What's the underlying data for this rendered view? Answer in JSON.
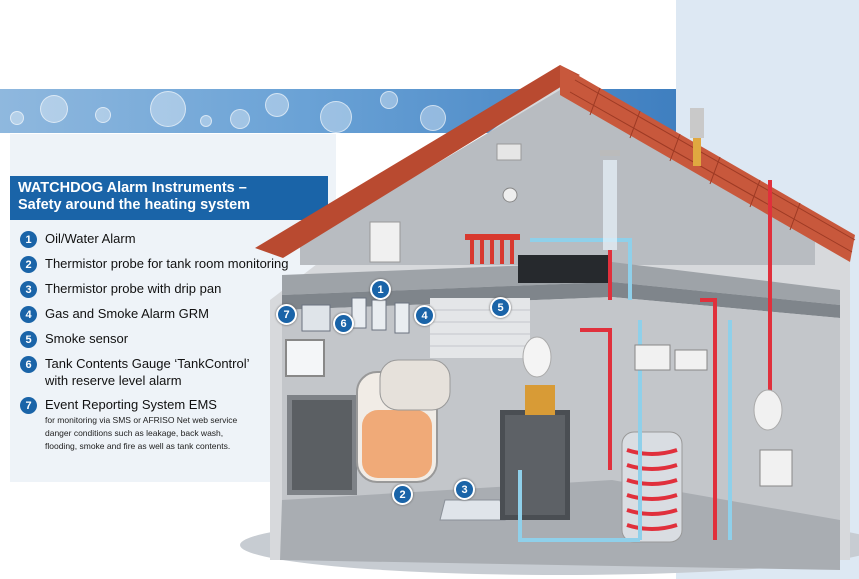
{
  "header": {
    "title_line1": "WATCHDOG Alarm Instruments –",
    "title_line2": "Safety around the heating system"
  },
  "legend": [
    {
      "num": "1",
      "label": "Oil/Water Alarm"
    },
    {
      "num": "2",
      "label": "Thermistor probe for tank room monitoring"
    },
    {
      "num": "3",
      "label": "Thermistor probe with drip pan"
    },
    {
      "num": "4",
      "label": "Gas and Smoke Alarm GRM"
    },
    {
      "num": "5",
      "label": "Smoke sensor"
    },
    {
      "num": "6",
      "label": "Tank Contents Gauge ‘TankControl’",
      "label2": "with reserve level alarm"
    },
    {
      "num": "7",
      "label": "Event Reporting System EMS",
      "sub1": "for monitoring via SMS or AFRISO Net web service",
      "sub2": "danger conditions such as leakage, back wash,",
      "sub3": "flooding, smoke and fire as well as tank contents."
    }
  ],
  "markers": [
    "1",
    "2",
    "3",
    "4",
    "5",
    "6",
    "7"
  ],
  "colors": {
    "brand_blue": "#1a64a8",
    "roof_tile": "#c8583c",
    "wall_grey": "#b9bcc0",
    "hot_pipe": "#e0303c",
    "cold_pipe": "#8fd0ea"
  }
}
